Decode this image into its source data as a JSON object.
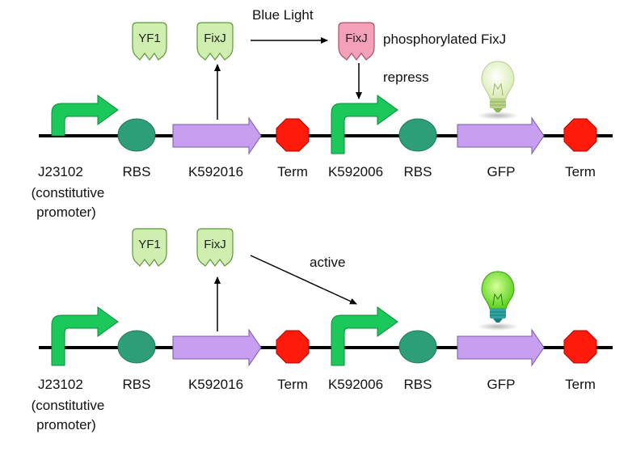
{
  "colors": {
    "promoter_green": "#1ac95a",
    "promoter_stroke": "#0a8a3a",
    "rbs_teal": "#2e9e78",
    "cds_purple": "#c89ef0",
    "cds_stroke": "#7a5aa8",
    "term_red": "#ff1a0a",
    "protein_green": "#cfeeb0",
    "protein_green_stroke": "#5d9a3a",
    "protein_pink": "#f4a0b8",
    "protein_pink_stroke": "#b0506a",
    "bulb_off": "#e8f4c8",
    "bulb_on": "#7ee62a",
    "backbone": "#000000"
  },
  "top_panel": {
    "proteins": {
      "yf1": "YF1",
      "fixj": "FixJ",
      "fixj_phos": "FixJ"
    },
    "labels": {
      "blue_light": "Blue Light",
      "phosphorylated": "phosphorylated FixJ",
      "repress": "repress"
    },
    "parts": {
      "j23102": "J23102",
      "constitutive": "(constitutive",
      "promoter": "promoter)",
      "rbs1": "RBS",
      "k592016": "K592016",
      "term1": "Term",
      "k592006": "K592006",
      "rbs2": "RBS",
      "gfp": "GFP",
      "term2": "Term"
    },
    "bulb_state": "off"
  },
  "bottom_panel": {
    "proteins": {
      "yf1": "YF1",
      "fixj": "FixJ"
    },
    "labels": {
      "active": "active"
    },
    "parts": {
      "j23102": "J23102",
      "constitutive": "(constitutive",
      "promoter": "promoter)",
      "rbs1": "RBS",
      "k592016": "K592016",
      "term1": "Term",
      "k592006": "K592006",
      "rbs2": "RBS",
      "gfp": "GFP",
      "term2": "Term"
    },
    "bulb_state": "on"
  }
}
